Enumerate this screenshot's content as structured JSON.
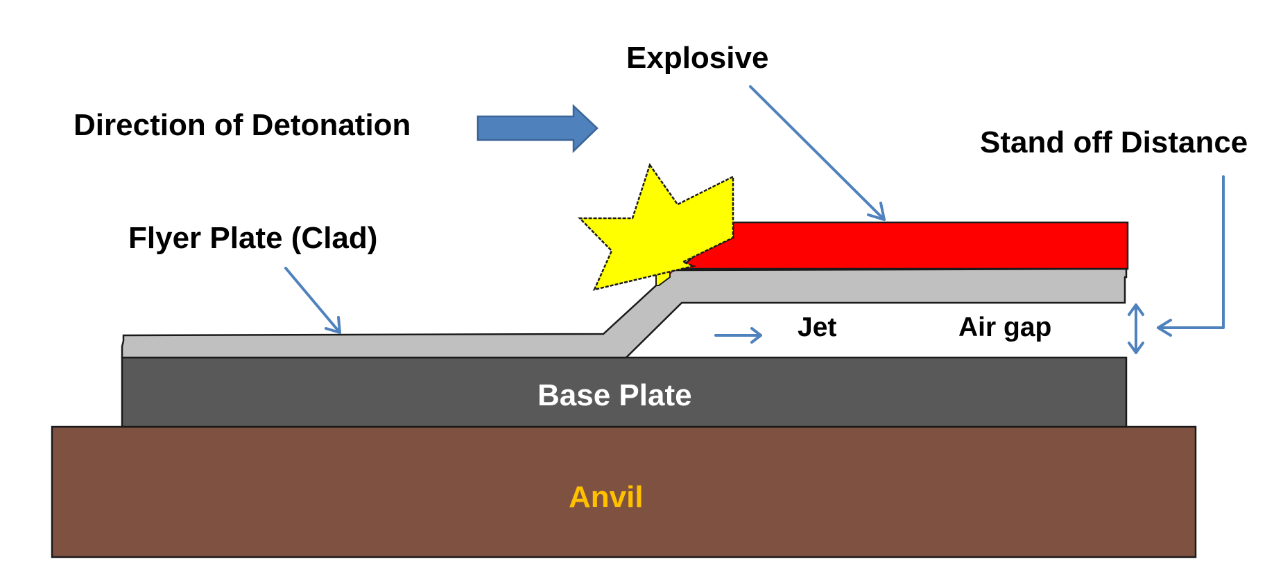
{
  "diagram": {
    "title": "Explosive welding schematic",
    "labels": {
      "direction": "Direction of Detonation",
      "explosive": "Explosive",
      "standoff": "Stand off Distance",
      "flyer": "Flyer Plate (Clad)",
      "jet": "Jet",
      "air_gap": "Air gap",
      "base_plate": "Base Plate",
      "anvil": "Anvil"
    },
    "components": [
      {
        "name": "Explosive",
        "color": "#FF0000"
      },
      {
        "name": "Flyer Plate (Clad)",
        "color": "#C0C0C0"
      },
      {
        "name": "Base Plate",
        "color": "#595959"
      },
      {
        "name": "Anvil",
        "color": "#7F5141"
      },
      {
        "name": "Detonation point",
        "color": "#FFFF00",
        "icon": "explosion-star-icon"
      }
    ],
    "colors": {
      "pointer": "#4F81BD",
      "pointer_dark": "#3A6497",
      "label_text": "#000000",
      "base_plate_text": "#FFFFFF",
      "anvil_text": "#FFC000",
      "outline": "#1A1A1A"
    },
    "icons": {
      "direction_arrow": "right-block-arrow-icon",
      "detonation": "explosion-star-icon",
      "gap_indicator": "double-vertical-arrow-icon"
    }
  }
}
